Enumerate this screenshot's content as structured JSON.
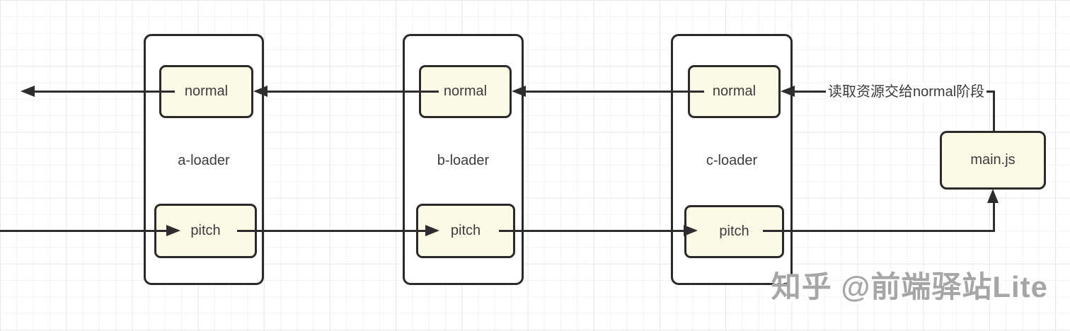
{
  "diagram": {
    "loaders": [
      {
        "name": "a-loader",
        "normal": "normal",
        "pitch": "pitch"
      },
      {
        "name": "b-loader",
        "normal": "normal",
        "pitch": "pitch"
      },
      {
        "name": "c-loader",
        "normal": "normal",
        "pitch": "pitch"
      }
    ],
    "entry": {
      "label": "main.js"
    },
    "annotation": {
      "label": "读取资源交给normal阶段"
    }
  },
  "watermark": {
    "label": "知乎 @前端驿站Lite"
  },
  "colors": {
    "node_fill": "#fafae6",
    "border": "#2b2929",
    "line": "#2e2c2c",
    "text": "#3c3c3c",
    "watermark": "#a6a6a6",
    "grid_minor": "#f3f2f4",
    "grid_major": "#e9e8ea",
    "background": "#ffffff"
  }
}
